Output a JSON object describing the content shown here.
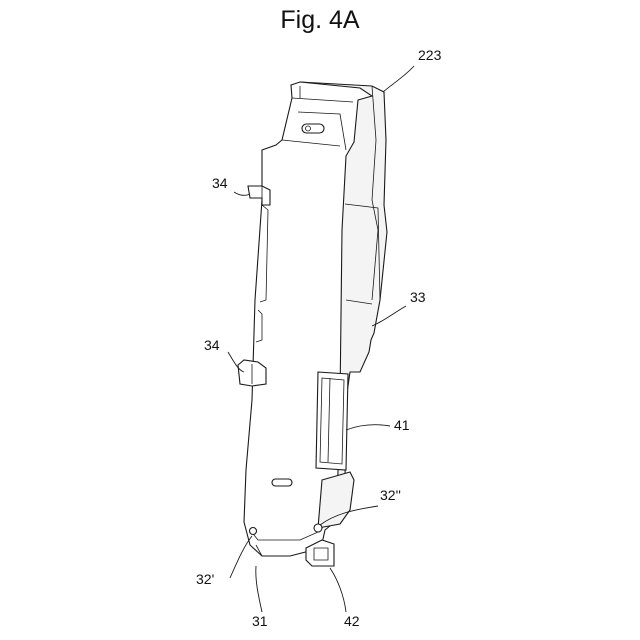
{
  "figure": {
    "title": "Fig. 4A"
  },
  "labels": {
    "l223": "223",
    "l34_top": "34",
    "l34_mid": "34",
    "l33": "33",
    "l41": "41",
    "l32pp": "32''",
    "l32p": "32'",
    "l31": "31",
    "l42": "42"
  }
}
